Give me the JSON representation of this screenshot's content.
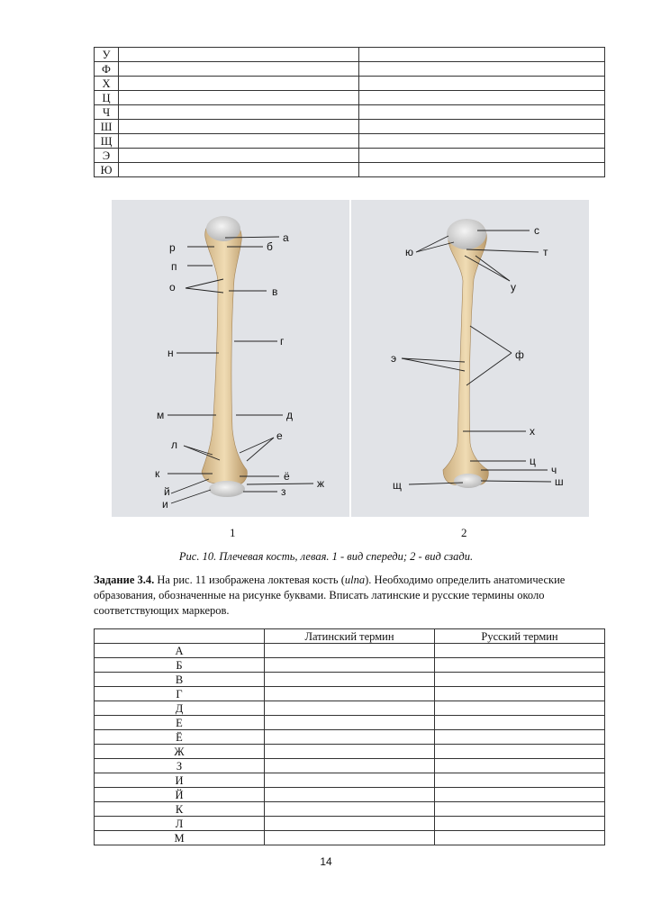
{
  "top_table": {
    "rows": [
      {
        "letter": "У",
        "latin": "",
        "russian": ""
      },
      {
        "letter": "Ф",
        "latin": "",
        "russian": ""
      },
      {
        "letter": "Х",
        "latin": "",
        "russian": ""
      },
      {
        "letter": "Ц",
        "latin": "",
        "russian": ""
      },
      {
        "letter": "Ч",
        "latin": "",
        "russian": ""
      },
      {
        "letter": "Ш",
        "latin": "",
        "russian": ""
      },
      {
        "letter": "Щ",
        "latin": "",
        "russian": ""
      },
      {
        "letter": "Э",
        "latin": "",
        "russian": ""
      },
      {
        "letter": "Ю",
        "latin": "",
        "russian": ""
      }
    ]
  },
  "figure": {
    "panel1_labels": [
      "а",
      "б",
      "р",
      "п",
      "о",
      "в",
      "н",
      "г",
      "м",
      "д",
      "л",
      "е",
      "к",
      "ё",
      "й",
      "ж",
      "з",
      "и"
    ],
    "panel2_labels": [
      "с",
      "ю",
      "т",
      "у",
      "ф",
      "э",
      "х",
      "ц",
      "ч",
      "щ",
      "ш"
    ],
    "panel1_number": "1",
    "panel2_number": "2",
    "caption": "Рис. 10. Плечевая кость, левая. 1 - вид спереди; 2 - вид сзади."
  },
  "task": {
    "title": "Задание 3.4.",
    "text_before": " На рис. 11 изображена локтевая кость (",
    "latin_term": "ulna",
    "text_after": "). Необходимо определить анатомические образования, обозначенные на рисунке буквами. Вписать латинские и русские термины около соответствующих маркеров."
  },
  "bottom_table": {
    "header_latin": "Латинский термин",
    "header_russian": "Русский термин",
    "rows": [
      {
        "letter": "А",
        "latin": "",
        "russian": ""
      },
      {
        "letter": "Б",
        "latin": "",
        "russian": ""
      },
      {
        "letter": "В",
        "latin": "",
        "russian": ""
      },
      {
        "letter": "Г",
        "latin": "",
        "russian": ""
      },
      {
        "letter": "Д",
        "latin": "",
        "russian": ""
      },
      {
        "letter": "Е",
        "latin": "",
        "russian": ""
      },
      {
        "letter": "Ё",
        "latin": "",
        "russian": ""
      },
      {
        "letter": "Ж",
        "latin": "",
        "russian": ""
      },
      {
        "letter": "З",
        "latin": "",
        "russian": ""
      },
      {
        "letter": "И",
        "latin": "",
        "russian": ""
      },
      {
        "letter": "Й",
        "latin": "",
        "russian": ""
      },
      {
        "letter": "К",
        "latin": "",
        "russian": ""
      },
      {
        "letter": "Л",
        "latin": "",
        "russian": ""
      },
      {
        "letter": "М",
        "latin": "",
        "russian": ""
      }
    ]
  },
  "page_number": "14"
}
